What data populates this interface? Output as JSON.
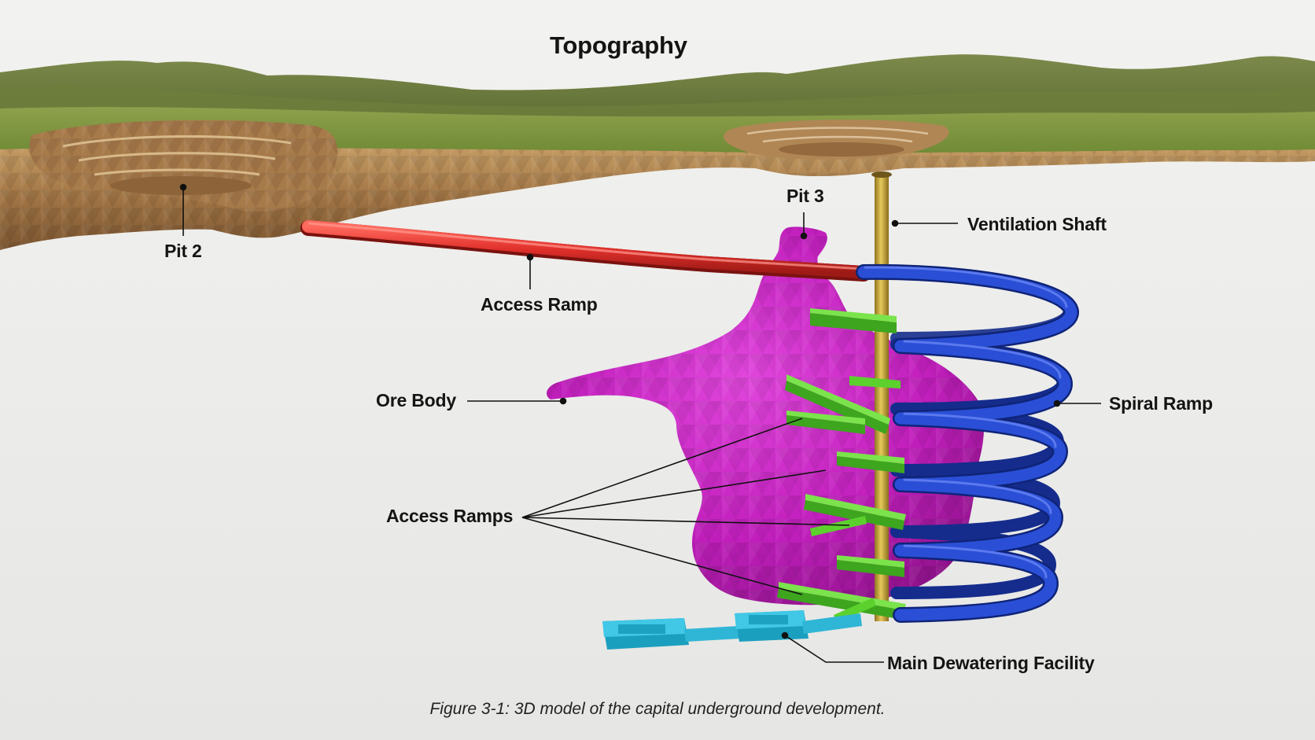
{
  "title": "Topography",
  "labels": {
    "pit2": "Pit 2",
    "pit3": "Pit 3",
    "ventilation_shaft": "Ventilation Shaft",
    "access_ramp": "Access Ramp",
    "ore_body": "Ore Body",
    "spiral_ramp": "Spiral Ramp",
    "access_ramps": "Access Ramps",
    "main_dewatering": "Main Dewatering Facility"
  },
  "caption": "Figure 3-1:  3D model of the capital underground development.",
  "colors": {
    "background": "#ececea",
    "access_ramp": "#e0302b",
    "spiral_ramp": "#1f3fc4",
    "ventilation_shaft": "#c9a83a",
    "ore_body": "#c41fc0",
    "cross_cuts": "#5cd12e",
    "dewatering": "#3ec9e6",
    "terrain_grass": "#7f9447",
    "terrain_rock": "#b58a56"
  }
}
